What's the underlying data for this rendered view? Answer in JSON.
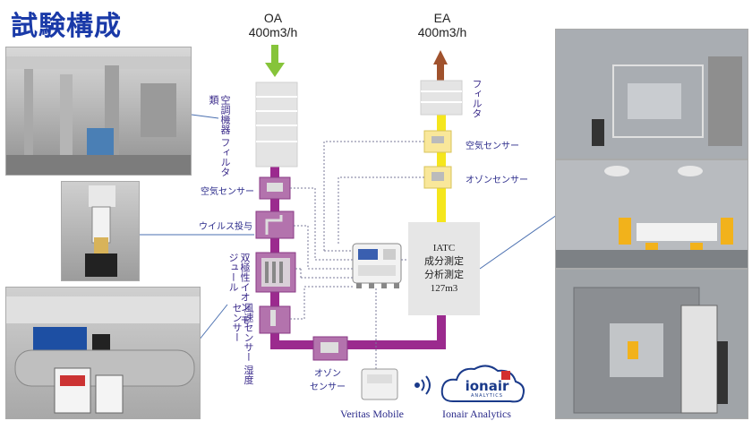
{
  "title": "試験構成",
  "oa": {
    "name": "OA",
    "flow": "400m3/h"
  },
  "ea": {
    "name": "EA",
    "flow": "400m3/h"
  },
  "labels": {
    "ahu": "空調機器 フィルタ類",
    "filter": "フィルタ",
    "air_sensor_left": "空気センサー",
    "virus": "ウイルス投与",
    "ion_module": "双極性イオン モジュール",
    "speed_sensor": "風速センサー 湿度センサー",
    "air_sensor_right": "空気センサー",
    "ozone_right": "オゾンセンサー",
    "ozone_bottom_1": "オゾン",
    "ozone_bottom_2": "センサー"
  },
  "iatc": {
    "line1": "IATC",
    "line2": "成分測定",
    "line3": "分析測定",
    "line4": "127m3"
  },
  "captions": {
    "veritas": "Veritas Mobile",
    "ionair": "Ionair Analytics"
  },
  "logo": {
    "name": "ionair",
    "sub": "ANALYTICS"
  },
  "colors": {
    "duct": "#9b2a8e",
    "ea_duct": "#f5e61c",
    "oa_arrow": "#86c43a",
    "ea_arrow": "#a0522d",
    "title": "#1a3aa8"
  }
}
